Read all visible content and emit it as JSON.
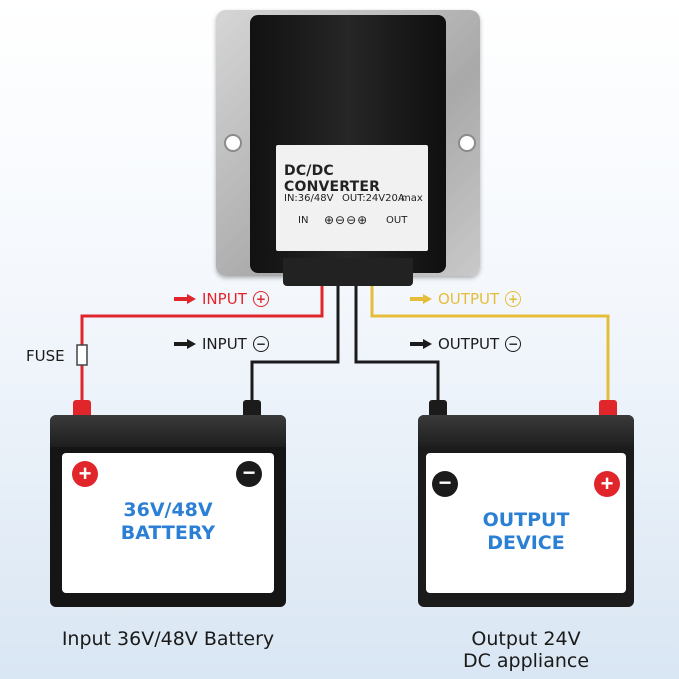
{
  "converter": {
    "title": "DC/DC CONVERTER",
    "spec_in": "IN:36/48V",
    "spec_out": "OUT:24V20A",
    "spec_max": "max",
    "terminal_in": "IN",
    "terminal_out": "OUT",
    "terminal_symbols": "⊕⊖⊖⊕"
  },
  "labels": {
    "input_pos": "INPUT",
    "input_neg": "INPUT",
    "output_pos": "OUTPUT",
    "output_neg": "OUTPUT",
    "fuse": "FUSE",
    "plus": "+",
    "minus": "−"
  },
  "battery": {
    "line1": "36V/48V",
    "line2": "BATTERY",
    "caption": "Input 36V/48V Battery"
  },
  "device": {
    "line1": "OUTPUT",
    "line2": "DEVICE",
    "caption_line1": "Output 24V",
    "caption_line2": "DC appliance"
  },
  "colors": {
    "positive": "#e0262b",
    "output_positive": "#e6bd3a",
    "negative": "#1b1b1b",
    "text_blue": "#2b7fd4"
  }
}
